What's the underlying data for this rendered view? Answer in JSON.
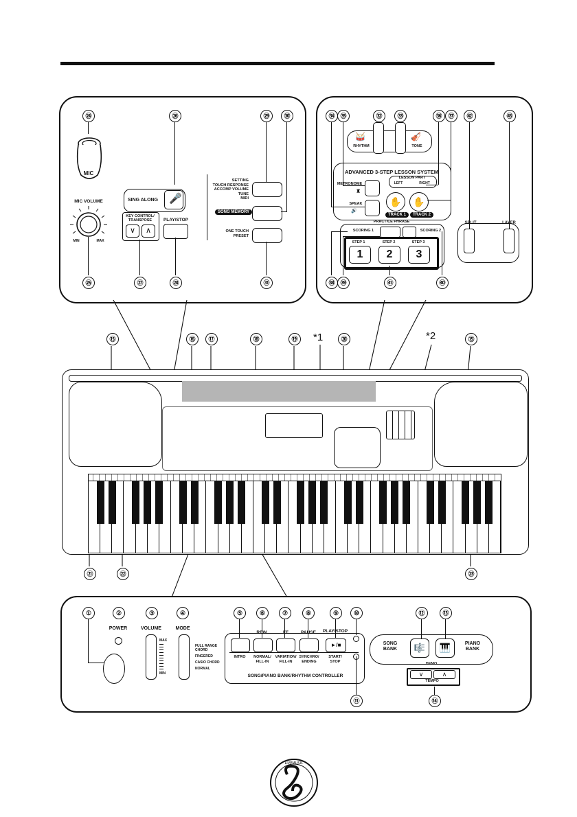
{
  "callouts": {
    "c1": "①",
    "c2": "②",
    "c3": "③",
    "c4": "④",
    "c5": "⑤",
    "c6": "⑥",
    "c7": "⑦",
    "c8": "⑧",
    "c9": "⑨",
    "c10": "⑩",
    "c11": "⑪",
    "c12": "⑫",
    "c13": "⑬",
    "c14": "⑭",
    "c15": "⑮",
    "c16": "⑯",
    "c17": "⑰",
    "c18": "⑱",
    "c19": "⑲",
    "c20": "⑳",
    "c21": "㉑",
    "c22": "㉒",
    "c23": "㉓",
    "c24": "㉔",
    "c25": "㉕",
    "c26": "㉖",
    "c27": "㉗",
    "c28": "㉘",
    "c29": "㉙",
    "c30": "㉚",
    "c31": "㉛",
    "c32": "㉜",
    "c33": "㉝",
    "c34": "㉞",
    "c35": "㉟",
    "c36": "㊱",
    "c37": "㊲",
    "c38": "㊳",
    "c39": "㊴",
    "c40": "㊵",
    "c41": "㊶",
    "c42": "㊷",
    "c43": "㊸"
  },
  "asterisks": {
    "a1": "*1",
    "a2": "*2"
  },
  "top_left": {
    "mic": "MIC",
    "mic_volume": "MIC VOLUME",
    "min": "MIN",
    "max": "MAX",
    "sing_along": "SING ALONG",
    "key_control": "KEY CONTROL/\nTRANSPOSE",
    "play_stop": "PLAY/STOP",
    "setting": "SETTING\nTOUCH RESPONSE\nACCOMP VOLUME\nTUNE\nMIDI",
    "song_memory": "SONG MEMORY",
    "one_touch": "ONE TOUCH\nPRESET"
  },
  "top_right": {
    "rhythm": "RHYTHM",
    "tone": "TONE",
    "lesson_system": "ADVANCED 3-STEP LESSON SYSTEM",
    "metronome": "METRONOME",
    "lesson_part": "LESSON PART",
    "left": "LEFT",
    "right": "RIGHT",
    "speak": "SPEAK",
    "track1": "TRACK 1",
    "track2": "TRACK 2",
    "practice_phrase": "PRACTICE PHRASE",
    "scoring1": "SCORING 1",
    "scoring2": "SCORING 2",
    "step1": "STEP 1",
    "step2": "STEP 2",
    "step3": "STEP 3",
    "step1_num": "1",
    "step2_num": "2",
    "step3_num": "3",
    "split": "SPLIT",
    "layer": "LAYER"
  },
  "bottom": {
    "power": "POWER",
    "volume": "VOLUME",
    "mode": "MODE",
    "max": "MAX",
    "min": "MIN",
    "modes": [
      "FULL RANGE\nCHORD",
      "FINGERED",
      "CASIO CHORD",
      "NORMAL"
    ],
    "intro": "INTRO",
    "normal_fill": "NORMAL/\nFILL-IN",
    "variation_fill": "VARIATION/\nFILL-IN",
    "synchro_ending": "SYNCHRO/\nENDING",
    "start_stop": "START/\nSTOP",
    "rew": "REW",
    "ff": "FF",
    "pause": "PAUSE",
    "play_stop": "PLAY/STOP",
    "play_glyph": "►/■",
    "controller": "SONG/PIANO BANK/RHYTHM CONTROLLER",
    "song_bank": "SONG\nBANK",
    "piano_bank": "PIANO\nBANK",
    "demo": "DEMO",
    "tempo": "TEMPO"
  },
  "colors": {
    "ink": "#111111",
    "panel_grey": "#b5b5b5",
    "keyboard_white": "#ffffff"
  }
}
